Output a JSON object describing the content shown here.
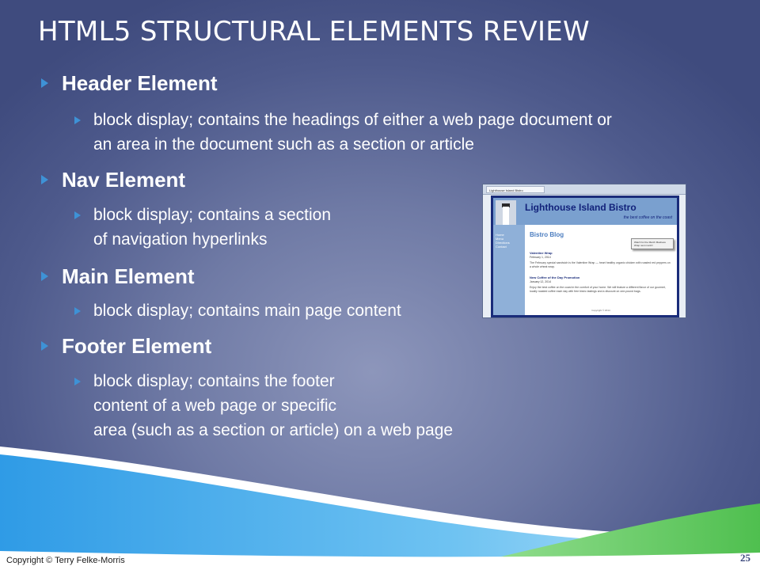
{
  "slide": {
    "title": "HTML5 STRUCTURAL ELEMENTS REVIEW",
    "bullets": [
      {
        "heading": "Header Element",
        "lines": [
          "block display; contains the headings of either a web page document or",
          "an area in the document such as a section or article"
        ]
      },
      {
        "heading": "Nav Element",
        "lines": [
          "block display; contains a section",
          "of navigation hyperlinks"
        ]
      },
      {
        "heading": "Main Element",
        "lines": [
          "block display; contains main page content"
        ]
      },
      {
        "heading": "Footer Element",
        "lines": [
          "block display; contains the footer",
          "content of a web page or specific",
          "area (such as a section or article) on a web page"
        ]
      }
    ],
    "copyright": "Copyright © Terry Felke-Morris",
    "page_number": "25"
  },
  "screenshot": {
    "tab_label": "Lighthouse Island Bistro",
    "site_title": "Lighthouse Island Bistro",
    "tagline": "the best coffee on the coast",
    "nav_items": [
      "Home",
      "Menu",
      "Directions",
      "Contact"
    ],
    "blog_heading": "Bistro Blog",
    "callout": "Watch for the March Madness Wrap next month!",
    "post1_title": "Valentine Wrap",
    "post1_date": "February 1, 2014",
    "post1_text": "The February special sandwich is the Valentine Wrap — heart healthy organic chicken with roasted red peppers on a whole wheat wrap.",
    "post2_title": "New Coffee of the Day Promotion",
    "post2_date": "January 12, 2014",
    "post2_text": "Enjoy the best coffee on the coast in the comfort of your home. We will feature a different flavor of our gourmet, locally roasted coffee each day with free bistro tastings and a discount on one-pound bags.",
    "page_copyright": "Copyright © 2014"
  },
  "colors": {
    "accent": "#3e92d6",
    "background": "#5a6696",
    "wave_blue": "#41a8e8",
    "wave_green": "#5cc25a"
  }
}
